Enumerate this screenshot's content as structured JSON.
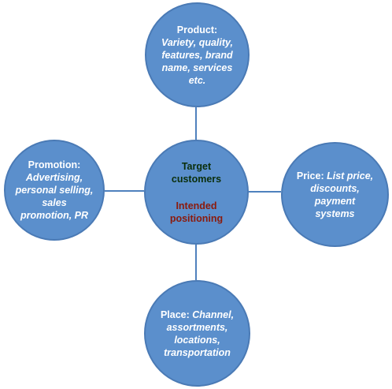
{
  "center": {
    "target_line1": "Target",
    "target_line2": "customers",
    "positioning_line1": "Intended",
    "positioning_line2": "positioning"
  },
  "product": {
    "title": "Product:",
    "desc_line1": "Variety, quality,",
    "desc_line2": "features, brand",
    "desc_line3": "name, services",
    "desc_line4": "etc."
  },
  "promotion": {
    "title": "Promotion:",
    "desc_line1": "Advertising,",
    "desc_line2": "personal selling,",
    "desc_line3": "sales",
    "desc_line4": "promotion,  PR"
  },
  "price": {
    "title": "Price:",
    "desc_line1_rest": "List price,",
    "desc_line2": "discounts,",
    "desc_line3": "payment",
    "desc_line4": "systems"
  },
  "place": {
    "title": "Place:",
    "desc_line1_rest": "Channel,",
    "desc_line2": "assortments,",
    "desc_line3": "locations,",
    "desc_line4": "transportation"
  },
  "colors": {
    "circle_fill": "#5b8fcc",
    "circle_border": "#4a7ab5",
    "connector": "#4f81bd",
    "target_text": "#0a2e0a",
    "positioning_text": "#8b1a0c"
  }
}
